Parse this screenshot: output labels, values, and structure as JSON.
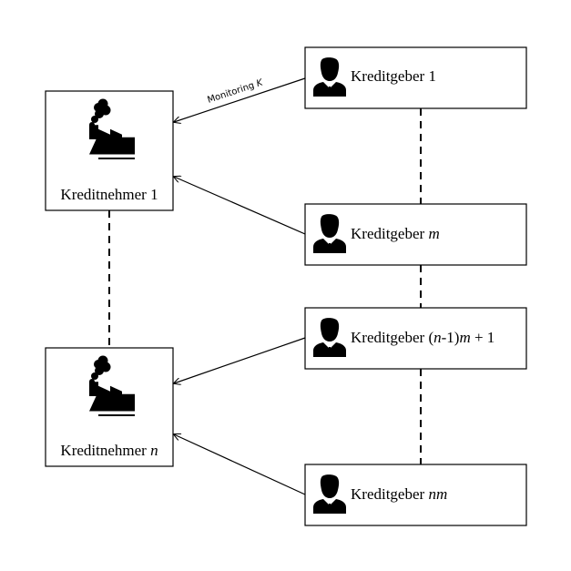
{
  "borrowers": [
    {
      "label": "Kreditnehmer 1",
      "prefix": "Kreditnehmer ",
      "var": "",
      "suffix": "1",
      "icon": "factory-icon"
    },
    {
      "label": "Kreditnehmer n",
      "prefix": "Kreditnehmer ",
      "var": "n",
      "suffix": "",
      "icon": "factory-icon"
    }
  ],
  "lenders": [
    {
      "label": "Kreditgeber 1",
      "prefix": "Kreditgeber ",
      "parts": [
        {
          "t": "1",
          "i": false
        }
      ],
      "icon": "businessman-icon"
    },
    {
      "label": "Kreditgeber m",
      "prefix": "Kreditgeber ",
      "parts": [
        {
          "t": "m",
          "i": true
        }
      ],
      "icon": "businessman-icon"
    },
    {
      "label": "Kreditgeber (n-1)m + 1",
      "prefix": "Kreditgeber ",
      "parts": [
        {
          "t": "(",
          "i": false
        },
        {
          "t": "n",
          "i": true
        },
        {
          "t": "-1)",
          "i": false
        },
        {
          "t": "m",
          "i": true
        },
        {
          "t": " + 1",
          "i": false
        }
      ],
      "icon": "businessman-icon"
    },
    {
      "label": "Kreditgeber nm",
      "prefix": "Kreditgeber ",
      "parts": [
        {
          "t": "nm",
          "i": true
        }
      ],
      "icon": "businessman-icon"
    }
  ],
  "edges": [
    {
      "from": "lender-1",
      "to": "borrower-1",
      "label_text": "Monitoring",
      "label_var": "K"
    },
    {
      "from": "lender-m",
      "to": "borrower-1"
    },
    {
      "from": "lender-(n-1)m+1",
      "to": "borrower-n"
    },
    {
      "from": "lender-nm",
      "to": "borrower-n"
    }
  ]
}
